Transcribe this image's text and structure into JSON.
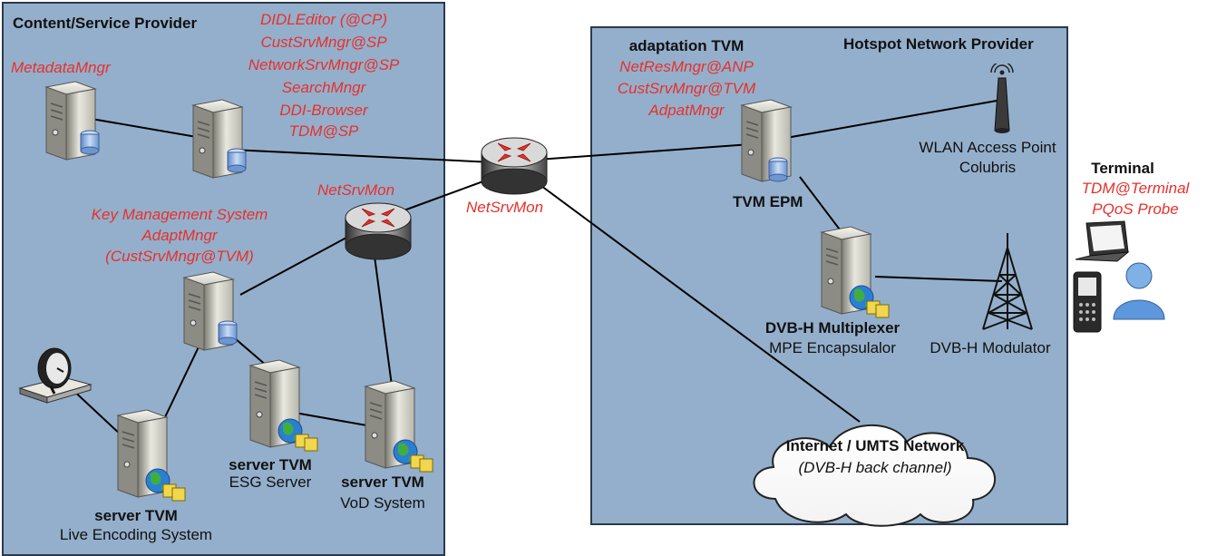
{
  "colors": {
    "panel_fill": "#94afcb",
    "panel_border": "#2b3a4a",
    "red_text": "#e8302b",
    "link": "#000000"
  },
  "left": {
    "title": "Content/Service Provider",
    "metadata_label": "MetadataMngr",
    "cp_server_labels": [
      "DIDLEditor (@CP)",
      "CustSrvMngr@SP",
      "NetworkSrvMngr@SP",
      "SearchMngr",
      "DDI-Browser",
      "TDM@SP"
    ],
    "router_label": "NetSrvMon",
    "kms_labels": [
      "Key Management System",
      "AdaptMngr",
      "(CustSrvMngr@TVM)"
    ],
    "esg": {
      "bold": "server TVM",
      "sub": "ESG Server"
    },
    "vod": {
      "bold": "server TVM",
      "sub": "VoD System"
    },
    "live": {
      "bold": "server TVM",
      "sub": "Live Encoding System"
    }
  },
  "center": {
    "router_label": "NetSrvMon"
  },
  "right": {
    "title": "Hotspot Network Provider",
    "adaptation_title": "adaptation TVM",
    "adaptation_labels": [
      "NetResMngr@ANP",
      "CustSrvMngr@TVM",
      "AdpatMngr"
    ],
    "epm_label": "TVM EPM",
    "wlan_labels": [
      "WLAN Access Point",
      "Colubris"
    ],
    "dvbh_mux": {
      "bold": "DVB-H Multiplexer",
      "sub": "MPE Encapsulalor"
    },
    "modulator_label": "DVB-H Modulator",
    "cloud": {
      "bold": "Internet / UMTS Network",
      "sub": "(DVB-H back channel)"
    }
  },
  "terminal": {
    "title": "Terminal",
    "labels": [
      "TDM@Terminal",
      "PQoS Probe"
    ]
  }
}
